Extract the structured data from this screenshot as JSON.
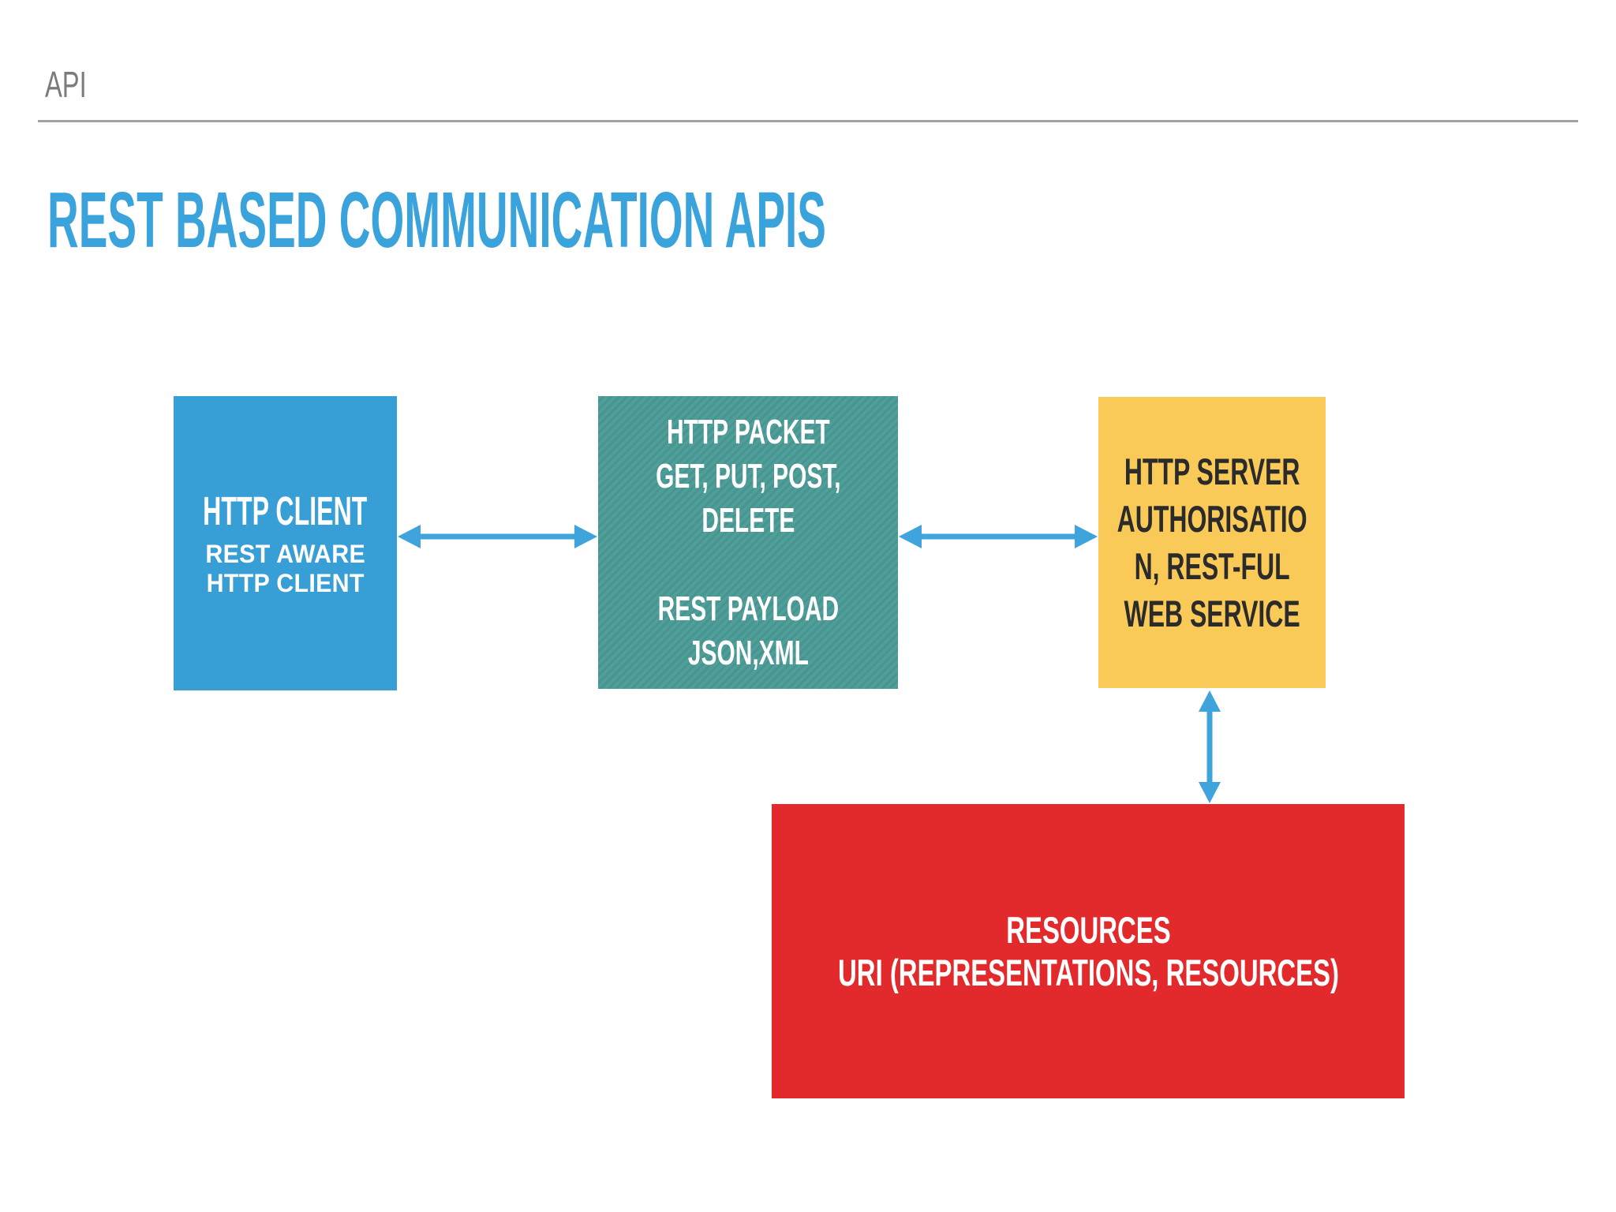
{
  "header": {
    "kicker": "API",
    "title": "REST BASED COMMUNICATION APIS"
  },
  "diagram": {
    "client_box": {
      "title": "HTTP CLIENT",
      "subtitle_lines": [
        "REST AWARE",
        "HTTP CLIENT"
      ]
    },
    "packet_box": {
      "lines": [
        "HTTP PACKET",
        "GET, PUT, POST,",
        "DELETE",
        "",
        "REST PAYLOAD",
        "JSON,XML"
      ]
    },
    "server_box": {
      "lines": [
        "HTTP SERVER",
        "AUTHORISATIO",
        "N, REST-FUL",
        "WEB SERVICE"
      ]
    },
    "resources_box": {
      "lines": [
        "RESOURCES",
        "URI (REPRESENTATIONS, RESOURCES)"
      ]
    },
    "arrows": [
      {
        "id": "client-packet",
        "type": "horizontal-double"
      },
      {
        "id": "packet-server",
        "type": "horizontal-double"
      },
      {
        "id": "server-resources",
        "type": "vertical-double"
      }
    ]
  },
  "colors": {
    "accent_blue": "#3aa3dc",
    "kicker_gray": "#7b7b7b",
    "divider_gray": "#a1a1a1",
    "box_blue": "#389fd6",
    "box_teal": "#4f9e9a",
    "box_teal_stripe": "#48948f",
    "box_yellow": "#f9ca57",
    "box_red": "#e2292b",
    "arrow": "#3fa4db",
    "dark_text": "#2b2b2b"
  }
}
